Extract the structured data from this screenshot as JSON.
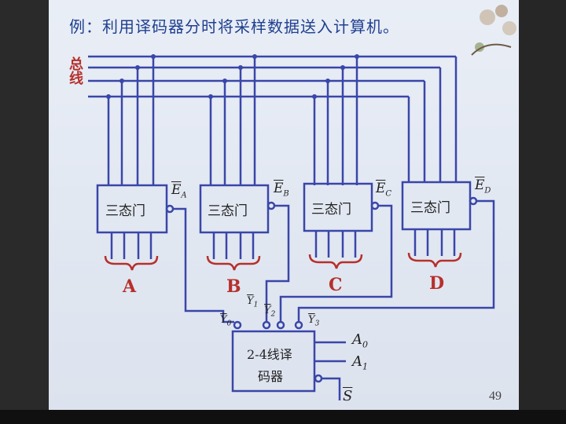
{
  "slide": {
    "title": "例：利用译码器分时将采样数据送入计算机。",
    "page_number": "49"
  },
  "bus": {
    "label": "总线"
  },
  "gates": [
    {
      "label": "三态门",
      "enable": "E",
      "enable_sub": "A",
      "group": "A"
    },
    {
      "label": "三态门",
      "enable": "E",
      "enable_sub": "B",
      "group": "B"
    },
    {
      "label": "三态门",
      "enable": "E",
      "enable_sub": "C",
      "group": "C"
    },
    {
      "label": "三态门",
      "enable": "E",
      "enable_sub": "D",
      "group": "D"
    }
  ],
  "decoder": {
    "label_line1": "2-4线译",
    "label_line2": "码器",
    "outputs": [
      {
        "name": "Y",
        "sub": "0"
      },
      {
        "name": "Y",
        "sub": "1"
      },
      {
        "name": "Y",
        "sub": "2"
      },
      {
        "name": "Y",
        "sub": "3"
      }
    ],
    "inputs": [
      {
        "name": "A",
        "sub": "0"
      },
      {
        "name": "A",
        "sub": "1"
      }
    ],
    "select": "S"
  },
  "colors": {
    "wire": "#3a46a8",
    "label_red": "#b6302c",
    "title_blue": "#1f3f8f"
  }
}
